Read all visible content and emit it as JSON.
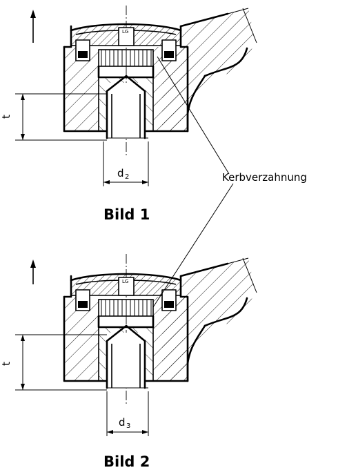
{
  "figure_1": {
    "caption": "Bild 1",
    "dimension_t": "t",
    "dimension_d": "d",
    "dimension_d_sub": "2"
  },
  "figure_2": {
    "caption": "Bild 2",
    "dimension_t": "t",
    "dimension_d": "d",
    "dimension_d_sub": "3"
  },
  "callout": {
    "label": "Kerbverzahnung"
  }
}
